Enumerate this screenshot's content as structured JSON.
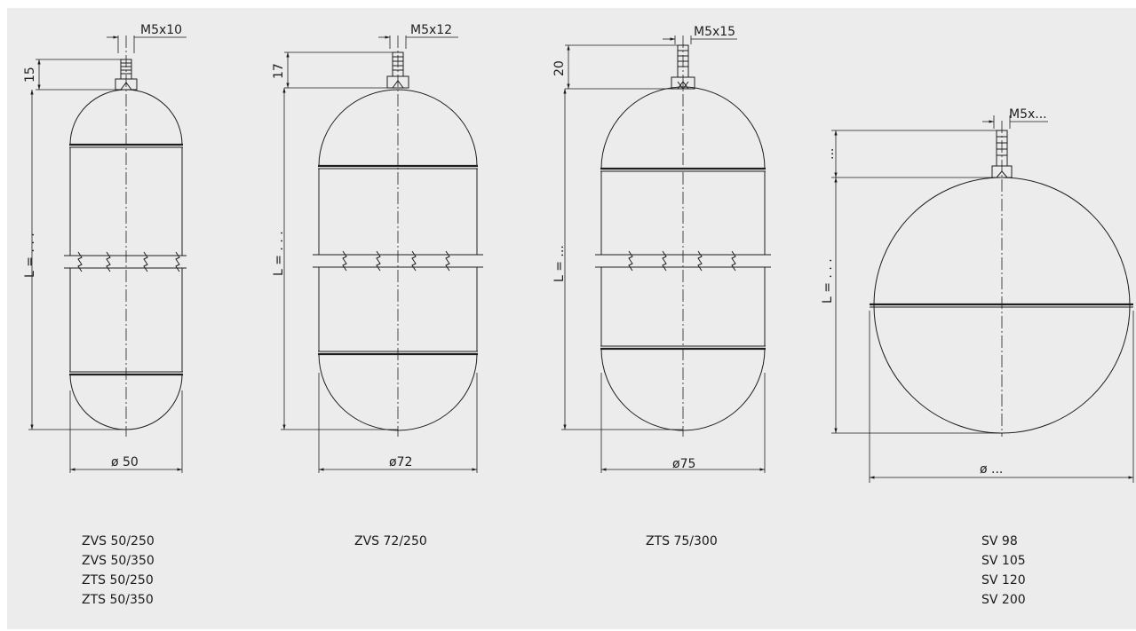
{
  "colors": {
    "background": "#ececec",
    "line": "#1e1e1e"
  },
  "floats": [
    {
      "thread": "M5x10",
      "stem_height": "15",
      "length": "L = . . .",
      "diameter": "ø 50",
      "models": [
        "ZVS 50/250",
        "ZVS 50/350",
        "ZTS 50/250",
        "ZTS 50/350"
      ]
    },
    {
      "thread": "M5x12",
      "stem_height": "17",
      "length": "L = . . .",
      "diameter": "ø72",
      "models": [
        "ZVS 72/250"
      ]
    },
    {
      "thread": "M5x15",
      "stem_height": "20",
      "length": "L = ...",
      "diameter": "ø75",
      "models": [
        "ZTS 75/300"
      ]
    },
    {
      "thread": "M5x...",
      "stem_height": "...",
      "length": "L = . . .",
      "diameter": "ø ...",
      "models": [
        "SV 98",
        "SV 105",
        "SV 120",
        "SV 200"
      ]
    }
  ]
}
